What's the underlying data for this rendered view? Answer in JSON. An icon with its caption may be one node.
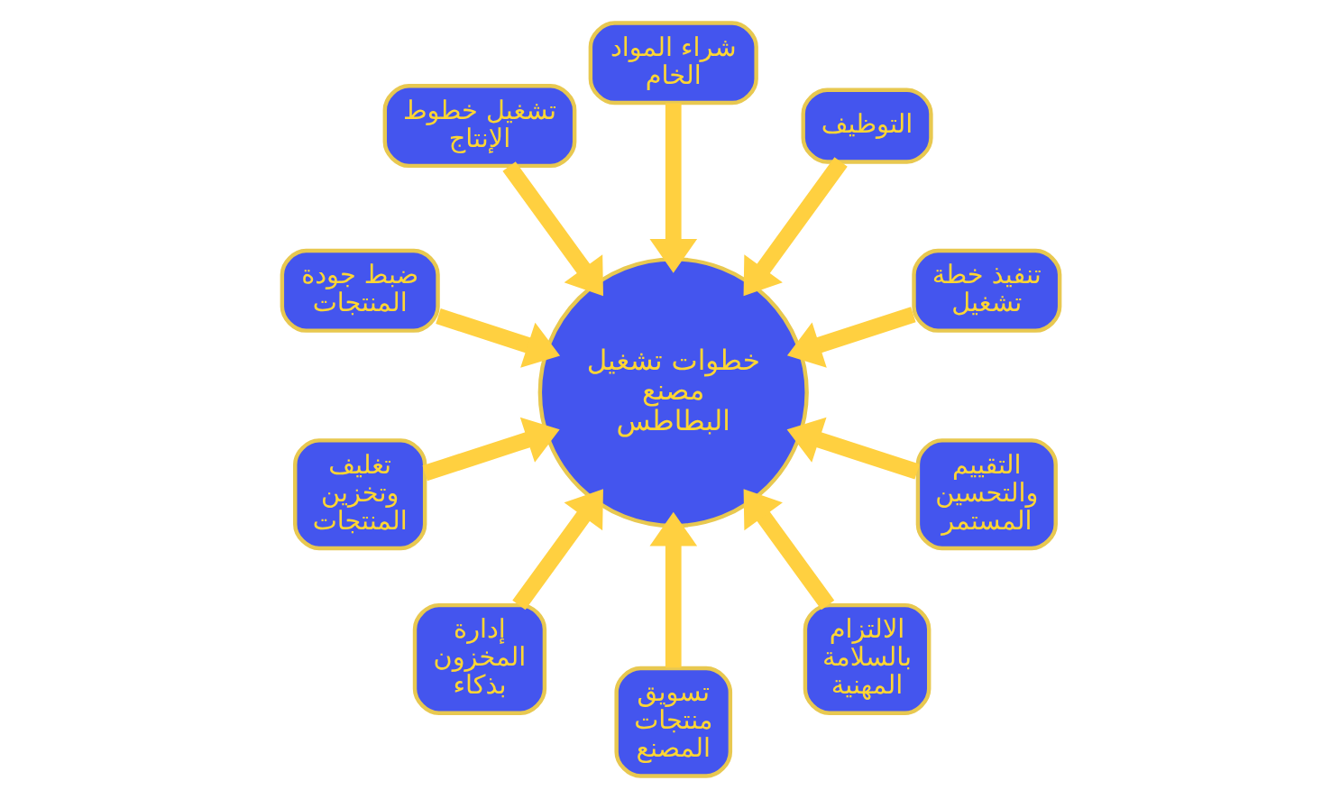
{
  "diagram": {
    "nodes": [
      {
        "text": [
          "خطوات تشغيل مصنع البطاطس"
        ]
      },
      {
        "text": [
          "تنفيذ خطة تشغيل"
        ]
      },
      {
        "text": [
          "التوظيف"
        ]
      },
      {
        "text": [
          "شراء المواد الخام"
        ]
      },
      {
        "text": [
          "تشغيل خطوط الإنتاج"
        ]
      },
      {
        "text": [
          "ضبط جودة المنتجات"
        ]
      },
      {
        "text": [
          "تغليف وتخزين المنتجات"
        ]
      },
      {
        "text": [
          "إدارة المخزون بذكاء"
        ]
      },
      {
        "text": [
          "تسويق منتجات المصنع"
        ]
      },
      {
        "text": [
          "الالتزام بالسلامة المهنية"
        ]
      },
      {
        "text": [
          "التقييم والتحسين المستمر"
        ]
      }
    ],
    "edges": [
      {
        "from": 1,
        "to": 0,
        "arrow": "to"
      },
      {
        "from": 2,
        "to": 0,
        "arrow": "to"
      },
      {
        "from": 3,
        "to": 0,
        "arrow": "to"
      },
      {
        "from": 4,
        "to": 0,
        "arrow": "to"
      },
      {
        "from": 5,
        "to": 0,
        "arrow": "to"
      },
      {
        "from": 6,
        "to": 0,
        "arrow": "to"
      },
      {
        "from": 7,
        "to": 0,
        "arrow": "to"
      },
      {
        "from": 8,
        "to": 0,
        "arrow": "to"
      },
      {
        "from": 9,
        "to": 0,
        "arrow": "to"
      },
      {
        "from": 10,
        "to": 0,
        "arrow": "to"
      }
    ]
  }
}
